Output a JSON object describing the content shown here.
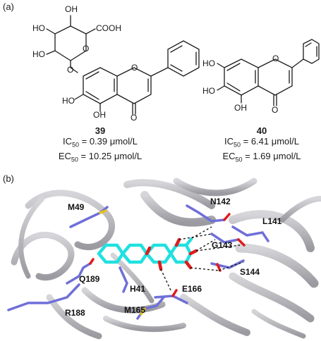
{
  "panel_a": {
    "label": "(a)",
    "compound_39": {
      "number": "39",
      "ic50_label": "IC",
      "ic50_sub": "50",
      "ic50_value": "= 0.39 μmol/L",
      "ec50_label": "EC",
      "ec50_sub": "50",
      "ec50_value": "= 10.25 μmol/L",
      "atoms": {
        "oh_top": "OH",
        "ho_upper_left": "HO",
        "cooh": "COOH",
        "ho_lower_left": "HO",
        "ring_o": "O",
        "glyco_o": "O",
        "chromone_o": "O",
        "ho_6": "HO",
        "oh_5": "OH",
        "carbonyl_o": "O"
      }
    },
    "compound_40": {
      "number": "40",
      "ic50_label": "IC",
      "ic50_sub": "50",
      "ic50_value": "= 6.41 μmol/L",
      "ec50_label": "EC",
      "ec50_sub": "50",
      "ec50_value": "= 1.69 μmol/L",
      "atoms": {
        "ho_7": "HO",
        "chromone_o": "O",
        "ho_6": "HO",
        "oh_5": "OH",
        "carbonyl_o": "O"
      }
    }
  },
  "panel_b": {
    "label": "(b)",
    "residues": [
      "M49",
      "N142",
      "L141",
      "G143",
      "S144",
      "Q189",
      "H41",
      "E166",
      "R188",
      "M165"
    ]
  },
  "colors": {
    "protein": "#b9b9bd",
    "protein_dark": "#8c8c92",
    "ligand": "#22e0e0",
    "oxygen": "#e11b1b",
    "residue": "#6f6fd8",
    "sulfur": "#e6c419",
    "hbond": "#1a1a1a"
  }
}
